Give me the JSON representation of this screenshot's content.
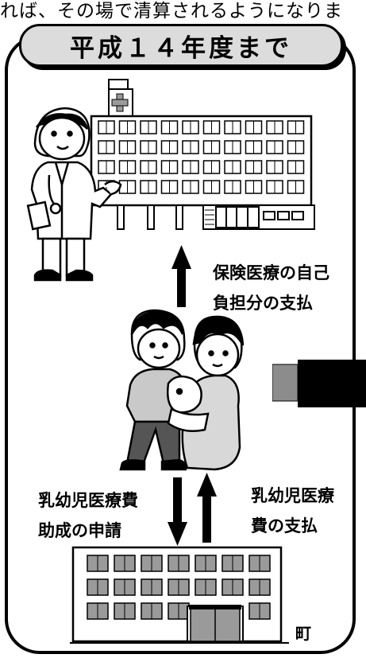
{
  "header_text": "れば、その場で清算されるようになりま",
  "title": "平成１４年度まで",
  "captions": {
    "copay": "保険医療の自己\n負担分の支払",
    "apply": "乳幼児医療費\n助成の申請",
    "reimburse": "乳幼児医療\n費の支払"
  },
  "town_label": "町",
  "hospital_windows": {
    "rows": 4,
    "cols": 10
  },
  "town_windows": {
    "rows": 3,
    "cols": 7
  },
  "colors": {
    "frame": "#000000",
    "title_bg": "#dcdcdc",
    "building_fill": "#9a9a9a",
    "side_block": "#8c8c8c"
  }
}
